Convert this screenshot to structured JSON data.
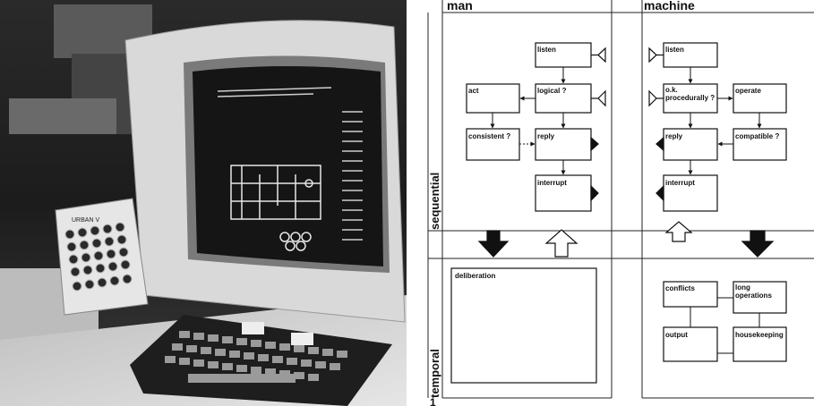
{
  "diagram": {
    "columns": [
      "man",
      "machine"
    ],
    "rows": [
      "sequential",
      "temporal"
    ],
    "man_boxes": {
      "listen": "listen",
      "logical": "logical ?",
      "act": "act",
      "consistent": "consistent ?",
      "reply": "reply",
      "interrupt": "interrupt",
      "deliberation": "deliberation"
    },
    "machine_boxes": {
      "listen": "listen",
      "ok": "o.k.",
      "ok2": "procedurally ?",
      "operate": "operate",
      "reply": "reply",
      "compatible": "compatible ?",
      "interrupt": "interrupt",
      "conflicts": "conflicts",
      "long1": "long",
      "long2": "operations",
      "output": "output",
      "housekeeping": "housekeeping"
    },
    "figure_number": "1"
  },
  "photo": {
    "keypad_brand": "URBAN V"
  }
}
